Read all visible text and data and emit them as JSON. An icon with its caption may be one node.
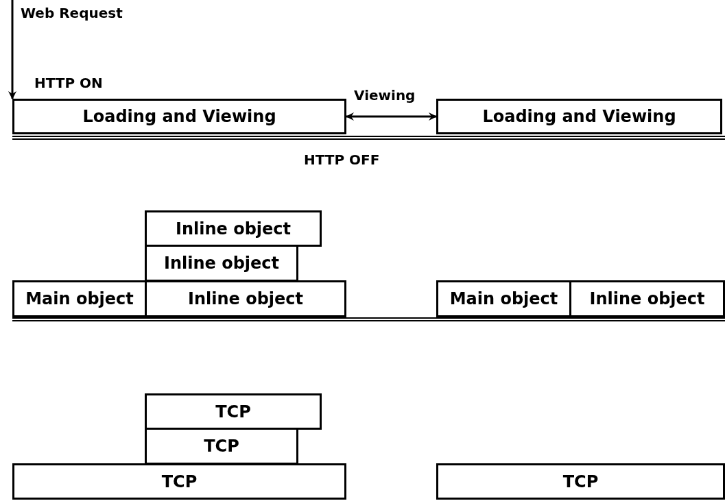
{
  "diagram": {
    "nodes": [
      {
        "text": [
          "Loading and Viewing"
        ]
      },
      {
        "text": [
          "Loading and Viewing"
        ]
      },
      {
        "text": [
          "Inline object"
        ]
      },
      {
        "text": [
          "Inline object"
        ]
      },
      {
        "text": [
          "Main object"
        ]
      },
      {
        "text": [
          "Inline object"
        ]
      },
      {
        "text": [
          "Main object"
        ]
      },
      {
        "text": [
          "Inline object"
        ]
      },
      {
        "text": [
          "TCP"
        ]
      },
      {
        "text": [
          "TCP"
        ]
      },
      {
        "text": [
          "TCP"
        ]
      },
      {
        "text": [
          "TCP"
        ]
      }
    ],
    "edges": [
      {
        "from": null,
        "to": 0,
        "arrow": "to",
        "label": "Web Request"
      },
      {
        "from": 0,
        "to": 1,
        "arrow": "both",
        "label": "Viewing"
      }
    ],
    "labels": [
      "HTTP ON",
      "HTTP OFF"
    ]
  }
}
